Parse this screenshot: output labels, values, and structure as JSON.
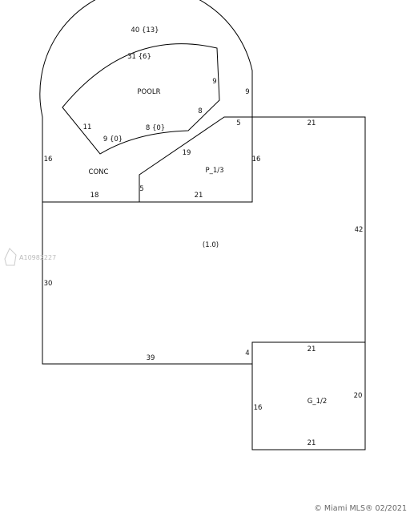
{
  "sketch": {
    "line_color": "#000000",
    "background": "#ffffff",
    "areas": {
      "pool": "POOLR",
      "concrete": "CONC",
      "patio": "P_1/3",
      "main": "(1.0)",
      "garage": "G_1/2"
    },
    "dimensions": {
      "outer_arc": "40 {13}",
      "pool_top": "31 {6}",
      "pool_right_upper": "9",
      "pool_right_lower": "8",
      "pool_left": "11",
      "pool_bottom_left": "9 {0}",
      "pool_bottom_right": "8 {0}",
      "arc_right": "9",
      "left_upper": "16",
      "patio_top_stub": "5",
      "patio_diagonal": "19",
      "patio_right": "16",
      "patio_left": "5",
      "patio_bottom": "21",
      "conc_bottom": "18",
      "main_top_right": "21",
      "main_right": "42",
      "main_left": "30",
      "main_bottom": "39",
      "garage_notch": "4",
      "garage_top": "21",
      "garage_left": "16",
      "garage_right": "20",
      "garage_bottom": "21"
    }
  },
  "watermark": {
    "listing_id": "A10982227",
    "logo_icon": "house-outline-icon"
  },
  "credit": {
    "text": "© Miami MLS® 02/2021"
  }
}
